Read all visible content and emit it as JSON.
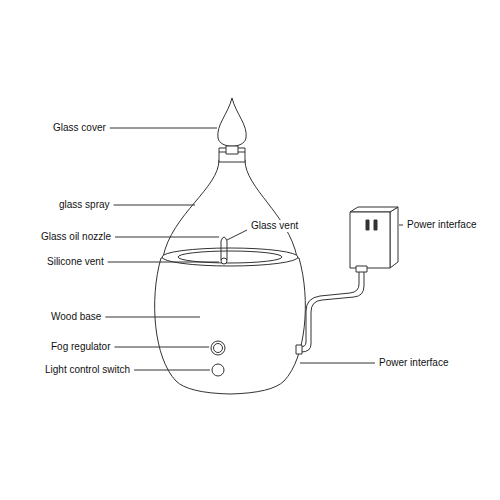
{
  "diagram": {
    "labels": [
      "Glass cover",
      "glass spray",
      "Glass vent",
      "Glass oil nozzle",
      "Silicone vent",
      "Wood base",
      "Fog regulator",
      "Light control switch",
      "Power interface",
      "Power interface"
    ]
  }
}
